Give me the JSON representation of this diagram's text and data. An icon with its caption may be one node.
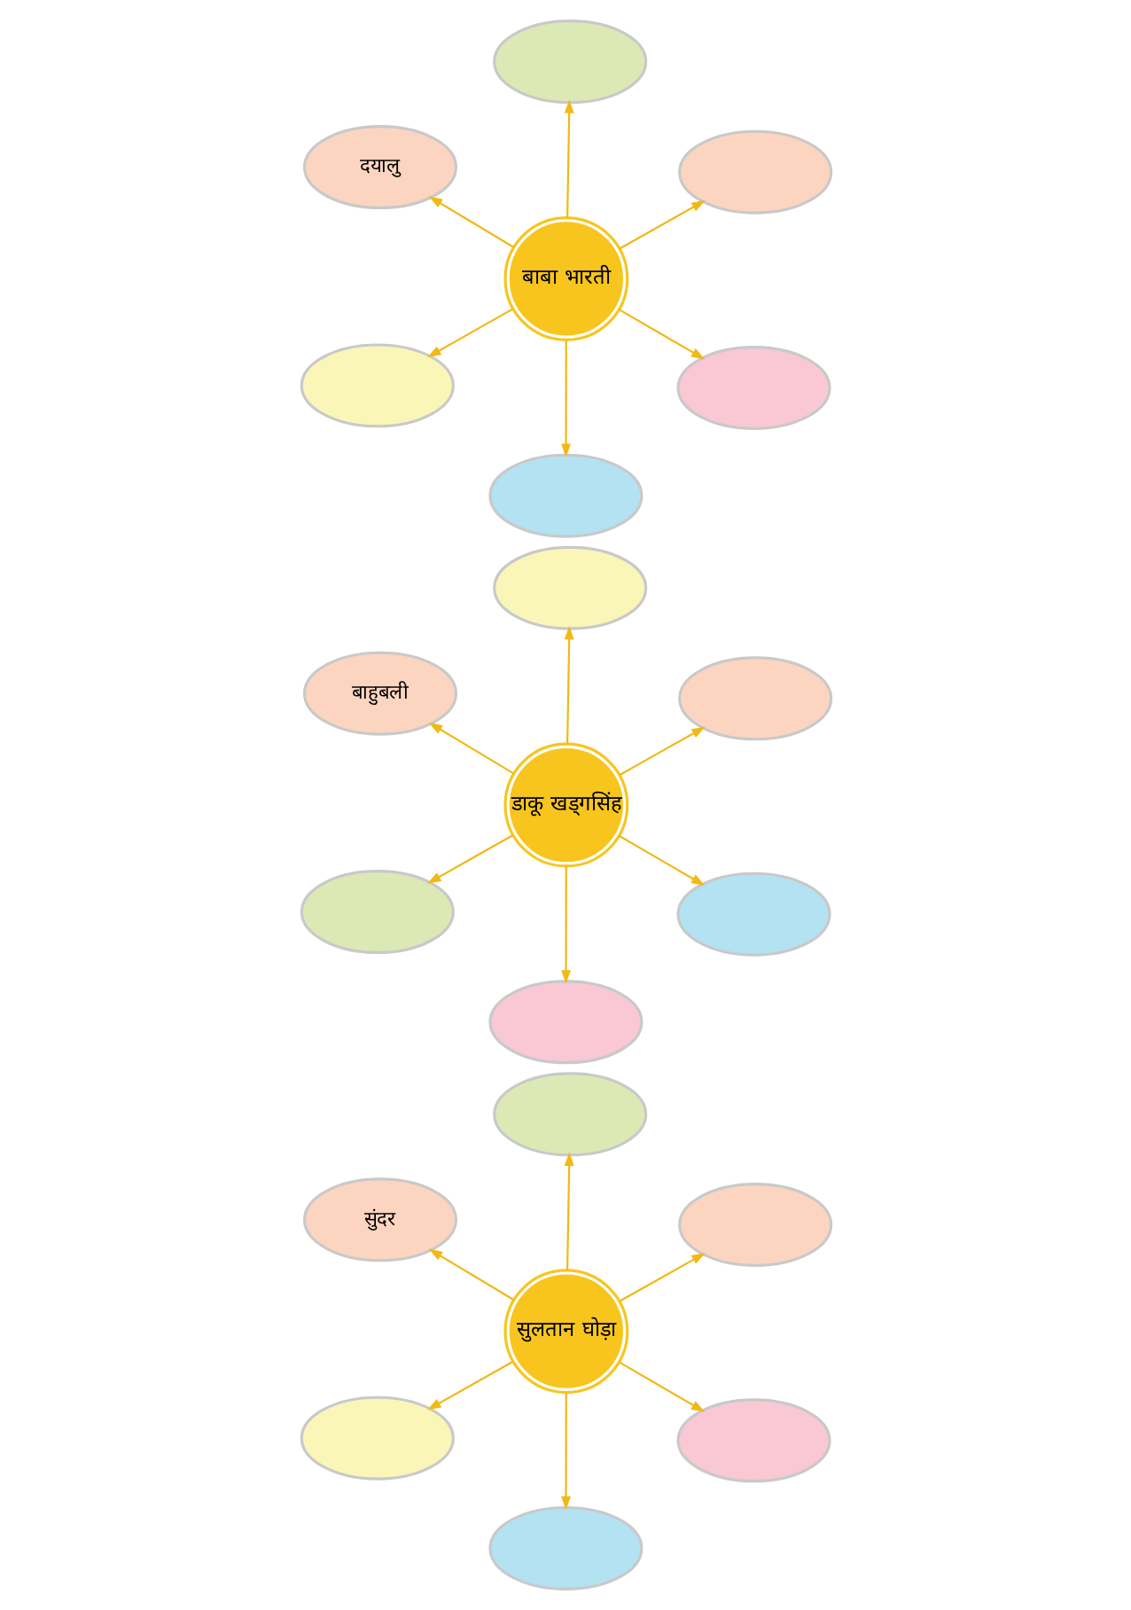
{
  "diagram": {
    "nodes": [
      {
        "text": [
          "बाबा भारती"
        ]
      },
      {
        "text": [],
        "shape": "cloud"
      },
      {
        "text": [],
        "shape": "cloud"
      },
      {
        "text": [
          "दयालु"
        ]
      },
      {
        "text": [],
        "shape": "cloud"
      },
      {
        "text": [],
        "shape": "cloud"
      },
      {
        "text": [],
        "shape": "cloud"
      },
      {
        "text": [
          "डाकू खड्गसिंह"
        ]
      },
      {
        "text": [],
        "shape": "cloud"
      },
      {
        "text": [],
        "shape": "cloud"
      },
      {
        "text": [
          "बाहुबली"
        ]
      },
      {
        "text": [],
        "shape": "cloud"
      },
      {
        "text": [],
        "shape": "cloud"
      },
      {
        "text": [],
        "shape": "cloud"
      },
      {
        "text": [
          "सुलतान घोड़ा"
        ]
      },
      {
        "text": [],
        "shape": "cloud"
      },
      {
        "text": [],
        "shape": "cloud"
      },
      {
        "text": [
          "सुंदर"
        ]
      },
      {
        "text": [],
        "shape": "cloud"
      },
      {
        "text": [],
        "shape": "cloud"
      },
      {
        "text": [],
        "shape": "cloud"
      }
    ],
    "edges": [
      {
        "from": 0,
        "to": 1,
        "arrow": "to"
      },
      {
        "from": 0,
        "to": 2,
        "arrow": "to"
      },
      {
        "from": 0,
        "to": 3,
        "arrow": "to"
      },
      {
        "from": 0,
        "to": 4,
        "arrow": "to"
      },
      {
        "from": 0,
        "to": 5,
        "arrow": "to"
      },
      {
        "from": 0,
        "to": 6,
        "arrow": "to"
      },
      {
        "from": 7,
        "to": 8,
        "arrow": "to"
      },
      {
        "from": 7,
        "to": 9,
        "arrow": "to"
      },
      {
        "from": 7,
        "to": 10,
        "arrow": "to"
      },
      {
        "from": 7,
        "to": 11,
        "arrow": "to"
      },
      {
        "from": 7,
        "to": 12,
        "arrow": "to"
      },
      {
        "from": 7,
        "to": 13,
        "arrow": "to"
      },
      {
        "from": 14,
        "to": 15,
        "arrow": "to"
      },
      {
        "from": 14,
        "to": 16,
        "arrow": "to"
      },
      {
        "from": 14,
        "to": 17,
        "arrow": "to"
      },
      {
        "from": 14,
        "to": 18,
        "arrow": "to"
      },
      {
        "from": 14,
        "to": 19,
        "arrow": "to"
      },
      {
        "from": 14,
        "to": 20,
        "arrow": "to"
      }
    ]
  }
}
